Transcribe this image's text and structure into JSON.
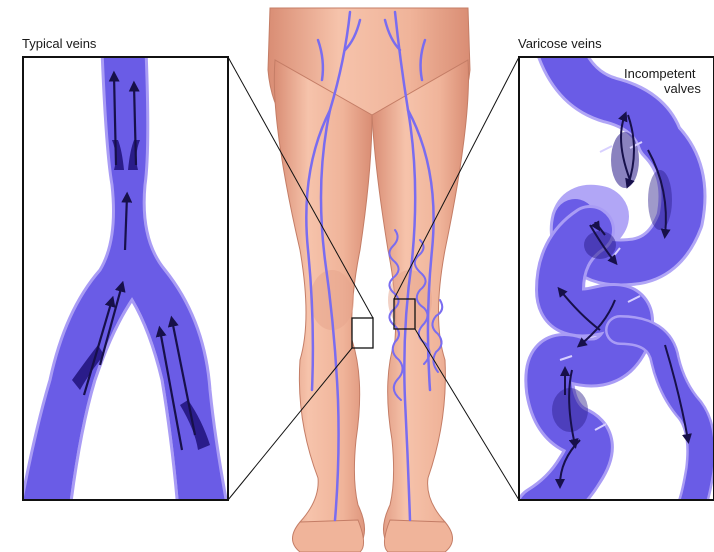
{
  "labels": {
    "typical_veins": "Typical veins",
    "varicose_veins": "Varicose veins",
    "incompetent_line1": "Incompetent",
    "incompetent_line2": "valves"
  },
  "colors": {
    "vein": "#6a5ce6",
    "vein_light": "#a99cf5",
    "vein_dark": "#2a1c8a",
    "arrow": "#17104a",
    "skin": "#f0b49a",
    "skin_shadow": "#d98d74",
    "frame": "#111111"
  },
  "icons": {
    "flow_arrow": "arrow-icon"
  }
}
